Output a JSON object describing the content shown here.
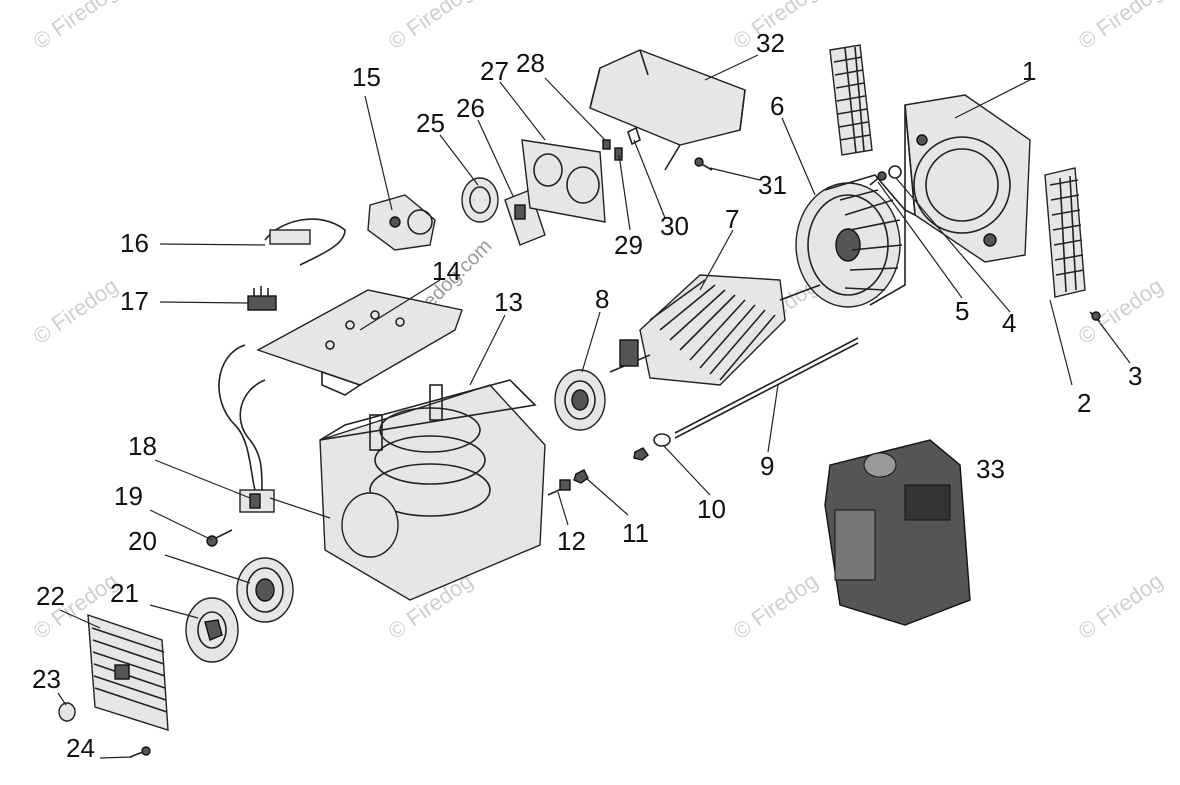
{
  "watermark": "© Firedog",
  "watermark_center": "© Firedog.com",
  "callouts": [
    "1",
    "2",
    "3",
    "4",
    "5",
    "6",
    "7",
    "8",
    "9",
    "10",
    "11",
    "12",
    "13",
    "14",
    "15",
    "16",
    "17",
    "18",
    "19",
    "20",
    "21",
    "22",
    "23",
    "24",
    "25",
    "26",
    "27",
    "28",
    "29",
    "30",
    "31",
    "32",
    "33"
  ]
}
